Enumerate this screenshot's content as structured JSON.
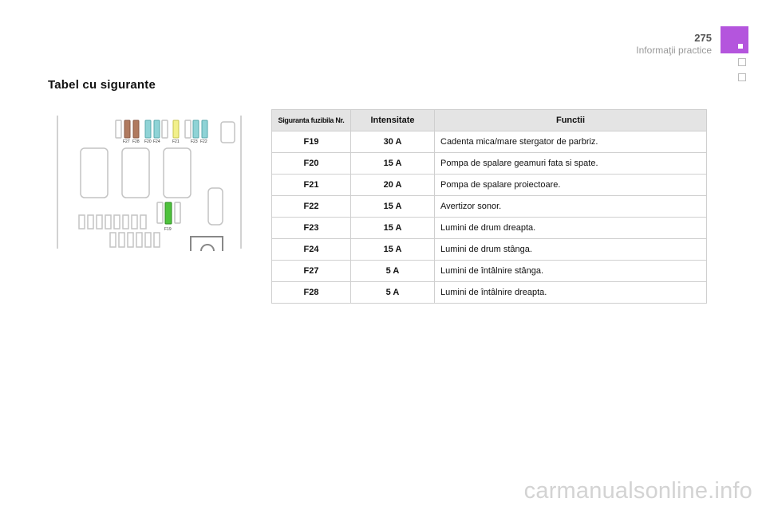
{
  "header": {
    "page_number": "275",
    "section": "Informaţii practice"
  },
  "title": "Tabel cu sigurante",
  "diagram": {
    "labels": [
      "F27",
      "F28",
      "F20",
      "F24",
      "F21",
      "F23",
      "F22",
      "F19"
    ],
    "colors": {
      "brown": "#b07a5f",
      "cyan": "#8fd3d6",
      "yellow": "#f2f08a",
      "green": "#4ec23c"
    }
  },
  "table": {
    "headers": [
      "Siguranta fuzibila Nr.",
      "Intensitate",
      "Functii"
    ],
    "rows": [
      {
        "fuse": "F19",
        "amp": "30 A",
        "function": "Cadenta mica/mare stergator de parbriz."
      },
      {
        "fuse": "F20",
        "amp": "15 A",
        "function": "Pompa de spalare geamuri fata si spate."
      },
      {
        "fuse": "F21",
        "amp": "20 A",
        "function": "Pompa de spalare proiectoare."
      },
      {
        "fuse": "F22",
        "amp": "15 A",
        "function": "Avertizor sonor."
      },
      {
        "fuse": "F23",
        "amp": "15 A",
        "function": "Lumini de drum dreapta."
      },
      {
        "fuse": "F24",
        "amp": "15 A",
        "function": "Lumini de drum stânga."
      },
      {
        "fuse": "F27",
        "amp": "5 A",
        "function": "Lumini de întâlnire stânga."
      },
      {
        "fuse": "F28",
        "amp": "5 A",
        "function": "Lumini de întâlnire dreapta."
      }
    ]
  },
  "watermark": "carmanualsonline.info"
}
